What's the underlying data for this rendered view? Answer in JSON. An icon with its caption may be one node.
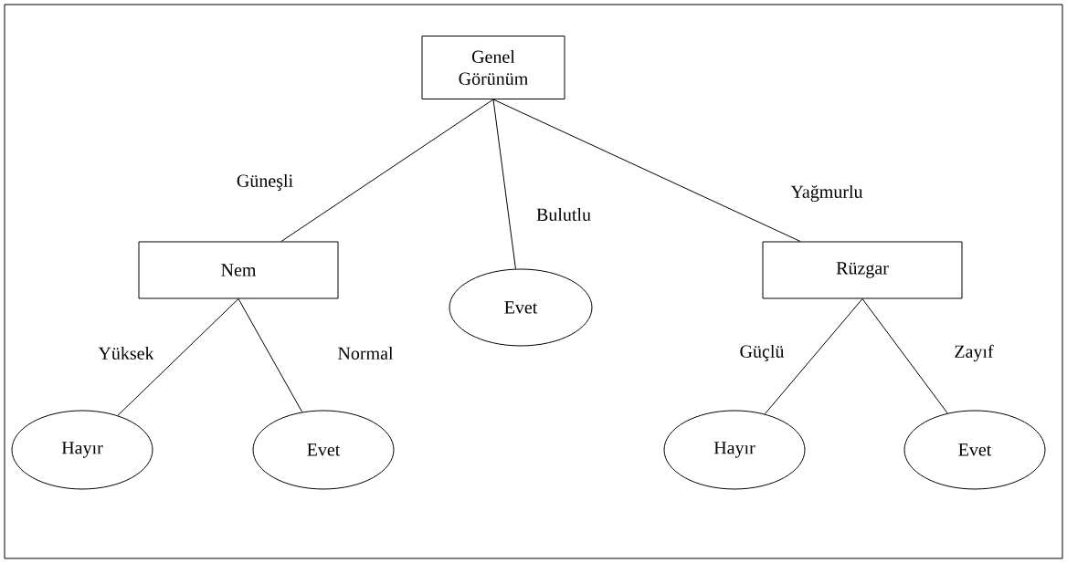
{
  "diagram": {
    "nodes": [
      {
        "text": [
          "Genel Görünüm"
        ]
      },
      {
        "text": [
          "Nem"
        ]
      },
      {
        "text": [
          "Evet"
        ]
      },
      {
        "text": [
          "Rüzgar"
        ]
      },
      {
        "text": [
          "Hayır"
        ]
      },
      {
        "text": [
          "Evet"
        ]
      },
      {
        "text": [
          "Hayır"
        ]
      },
      {
        "text": [
          "Evet"
        ]
      }
    ],
    "edges": [
      {
        "from": 0,
        "to": 1,
        "arrow": "none",
        "label": "Güneşli"
      },
      {
        "from": 0,
        "to": 2,
        "arrow": "none",
        "label": "Bulutlu"
      },
      {
        "from": 0,
        "to": 3,
        "arrow": "none",
        "label": "Yağmurlu"
      },
      {
        "from": 1,
        "to": 4,
        "arrow": "none",
        "label": "Yüksek"
      },
      {
        "from": 1,
        "to": 5,
        "arrow": "none",
        "label": "Normal"
      },
      {
        "from": 3,
        "to": 6,
        "arrow": "none",
        "label": "Güçlü"
      },
      {
        "from": 3,
        "to": 7,
        "arrow": "none",
        "label": "Zayıf"
      }
    ]
  }
}
